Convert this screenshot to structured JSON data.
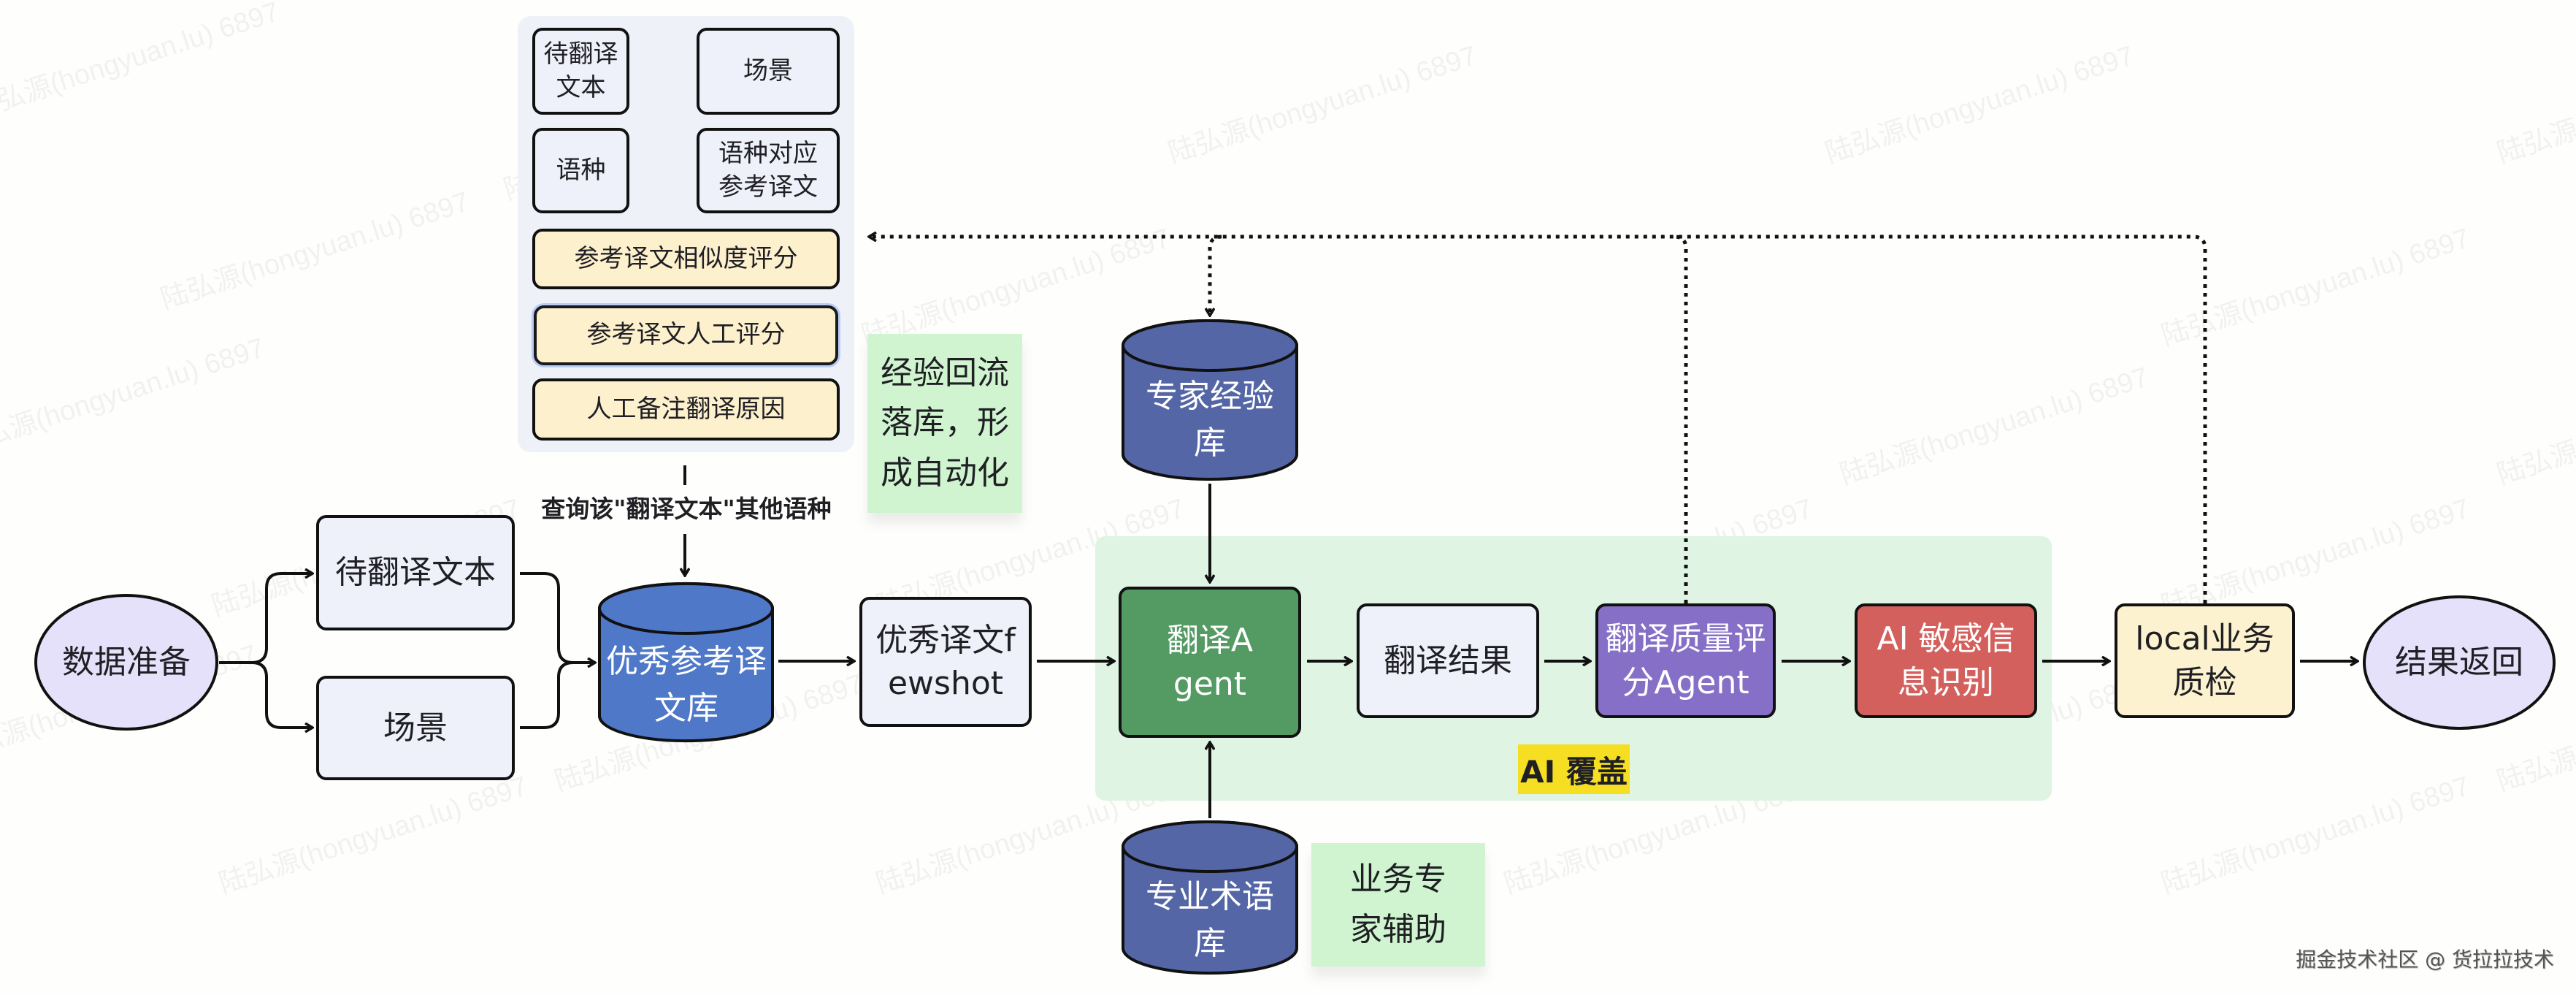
{
  "watermark": "陆弘源(hongyuan.lu) 6897",
  "input_panel": {
    "fields": [
      {
        "label": "待翻译文本"
      },
      {
        "label": "场景"
      },
      {
        "label": "语种"
      },
      {
        "label": "语种对应参考译文"
      }
    ],
    "scores": [
      {
        "label": "参考译文相似度评分"
      },
      {
        "label": "参考译文人工评分"
      },
      {
        "label": "人工备注翻译原因"
      }
    ]
  },
  "query_label": "查询该\"翻译文本\"其他语种",
  "notes": {
    "experience_feedback": "经验回流落库，形成自动化",
    "expert_assist": "业务专家辅助"
  },
  "nodes": {
    "data_prep": "数据准备",
    "source_text": "待翻译文本",
    "scene": "场景",
    "ref_library": "优秀参考译文库",
    "fewshot": "优秀译文fewshot",
    "expert_db": "专家经验库",
    "term_db": "专业术语库",
    "translate_agent": "翻译Agent",
    "translate_result": "翻译结果",
    "quality_agent": "翻译质量评分Agent",
    "sensitive_detect": "AI 敏感信息识别",
    "local_qc": "local业务质检",
    "result_return": "结果返回"
  },
  "ai_region_label": "AI 覆盖",
  "footer": "掘金技术社区 @ 货拉拉技术",
  "colors": {
    "agent_green": "#539a63",
    "quality_purple": "#8670c7",
    "sensitive_red": "#d3605c",
    "ref_cylinder_blue": "#4f78c8",
    "db_cylinder_blue": "#5466a6",
    "note_green": "#cff4cf",
    "ai_region_green": "#dff4e2",
    "ai_label_yellow": "#f6de22"
  }
}
